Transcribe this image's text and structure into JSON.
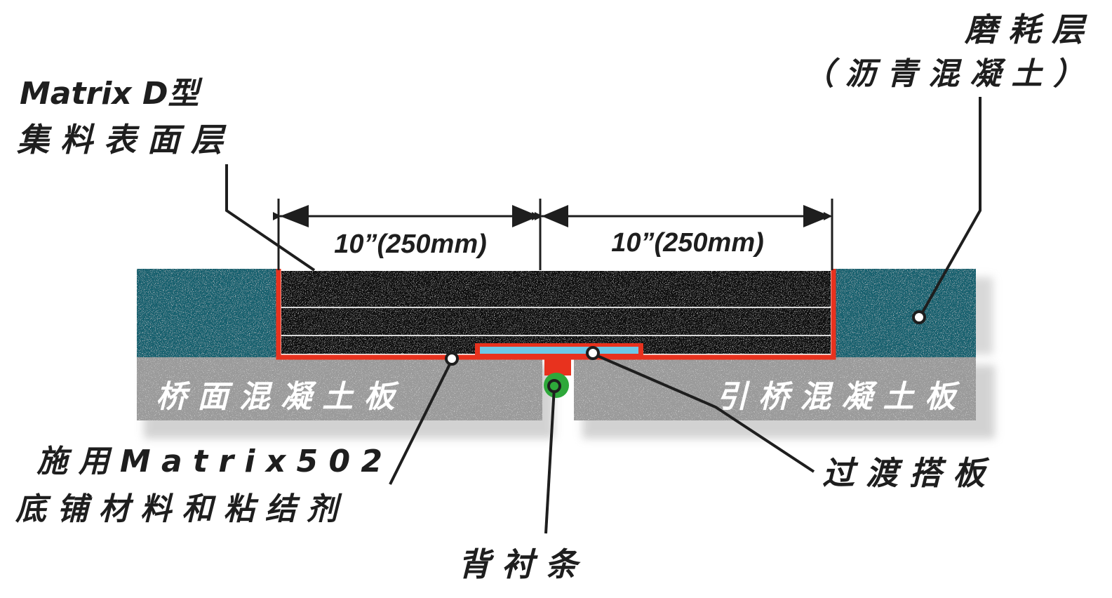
{
  "labels": {
    "wear_layer_line1": "磨 耗 层",
    "wear_layer_line2": "（ 沥 青 混 凝 土 ）",
    "matrix_d_line1": "Matrix D型",
    "matrix_d_line2": "集 料 表 面 层",
    "bridge_deck_slab": "桥 面 混 凝 土 板",
    "approach_slab": "引 桥 混 凝 土 板",
    "primer_line1": "施 用 M a t r i x 5 0 2",
    "primer_line2": "底 铺 材 料 和 粘 结 剂",
    "transition_plate": "过 渡 搭 板",
    "backer_rod": "背 衬 条"
  },
  "dimensions": {
    "left": "10”(250mm)",
    "right": "10”(250mm)"
  },
  "colors": {
    "asphalt": "#14606e",
    "concrete": "#9a9a9a",
    "aggregate": "#101010",
    "primer": "#e8321e",
    "plate": "#6ec8e6",
    "backer_rod": "#2ea83a",
    "ink": "#1e1e1e"
  }
}
